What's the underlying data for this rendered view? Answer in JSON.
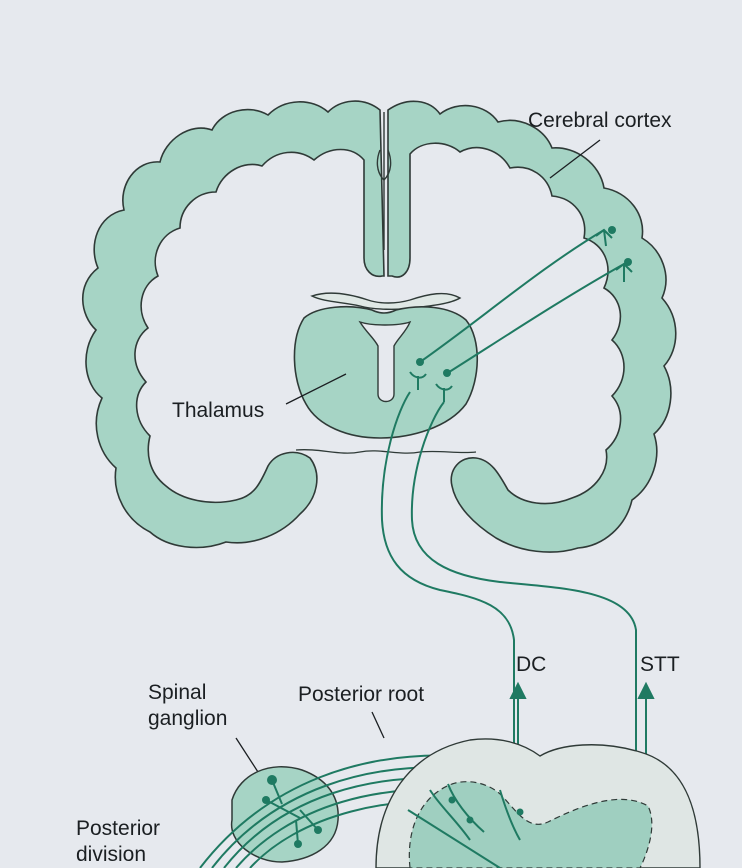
{
  "labels": {
    "cerebral_cortex": "Cerebral cortex",
    "thalamus": "Thalamus",
    "dc": "DC",
    "stt": "STT",
    "spinal_ganglion_line1": "Spinal",
    "spinal_ganglion_line2": "ganglion",
    "posterior_root": "Posterior root",
    "posterior_division_line1": "Posterior",
    "posterior_division_line2": "division"
  },
  "colors": {
    "tissue_fill": "#a6d4c5",
    "outline": "#2f3a37",
    "pathway": "#1f7a62",
    "background": "#e6e9ee"
  }
}
